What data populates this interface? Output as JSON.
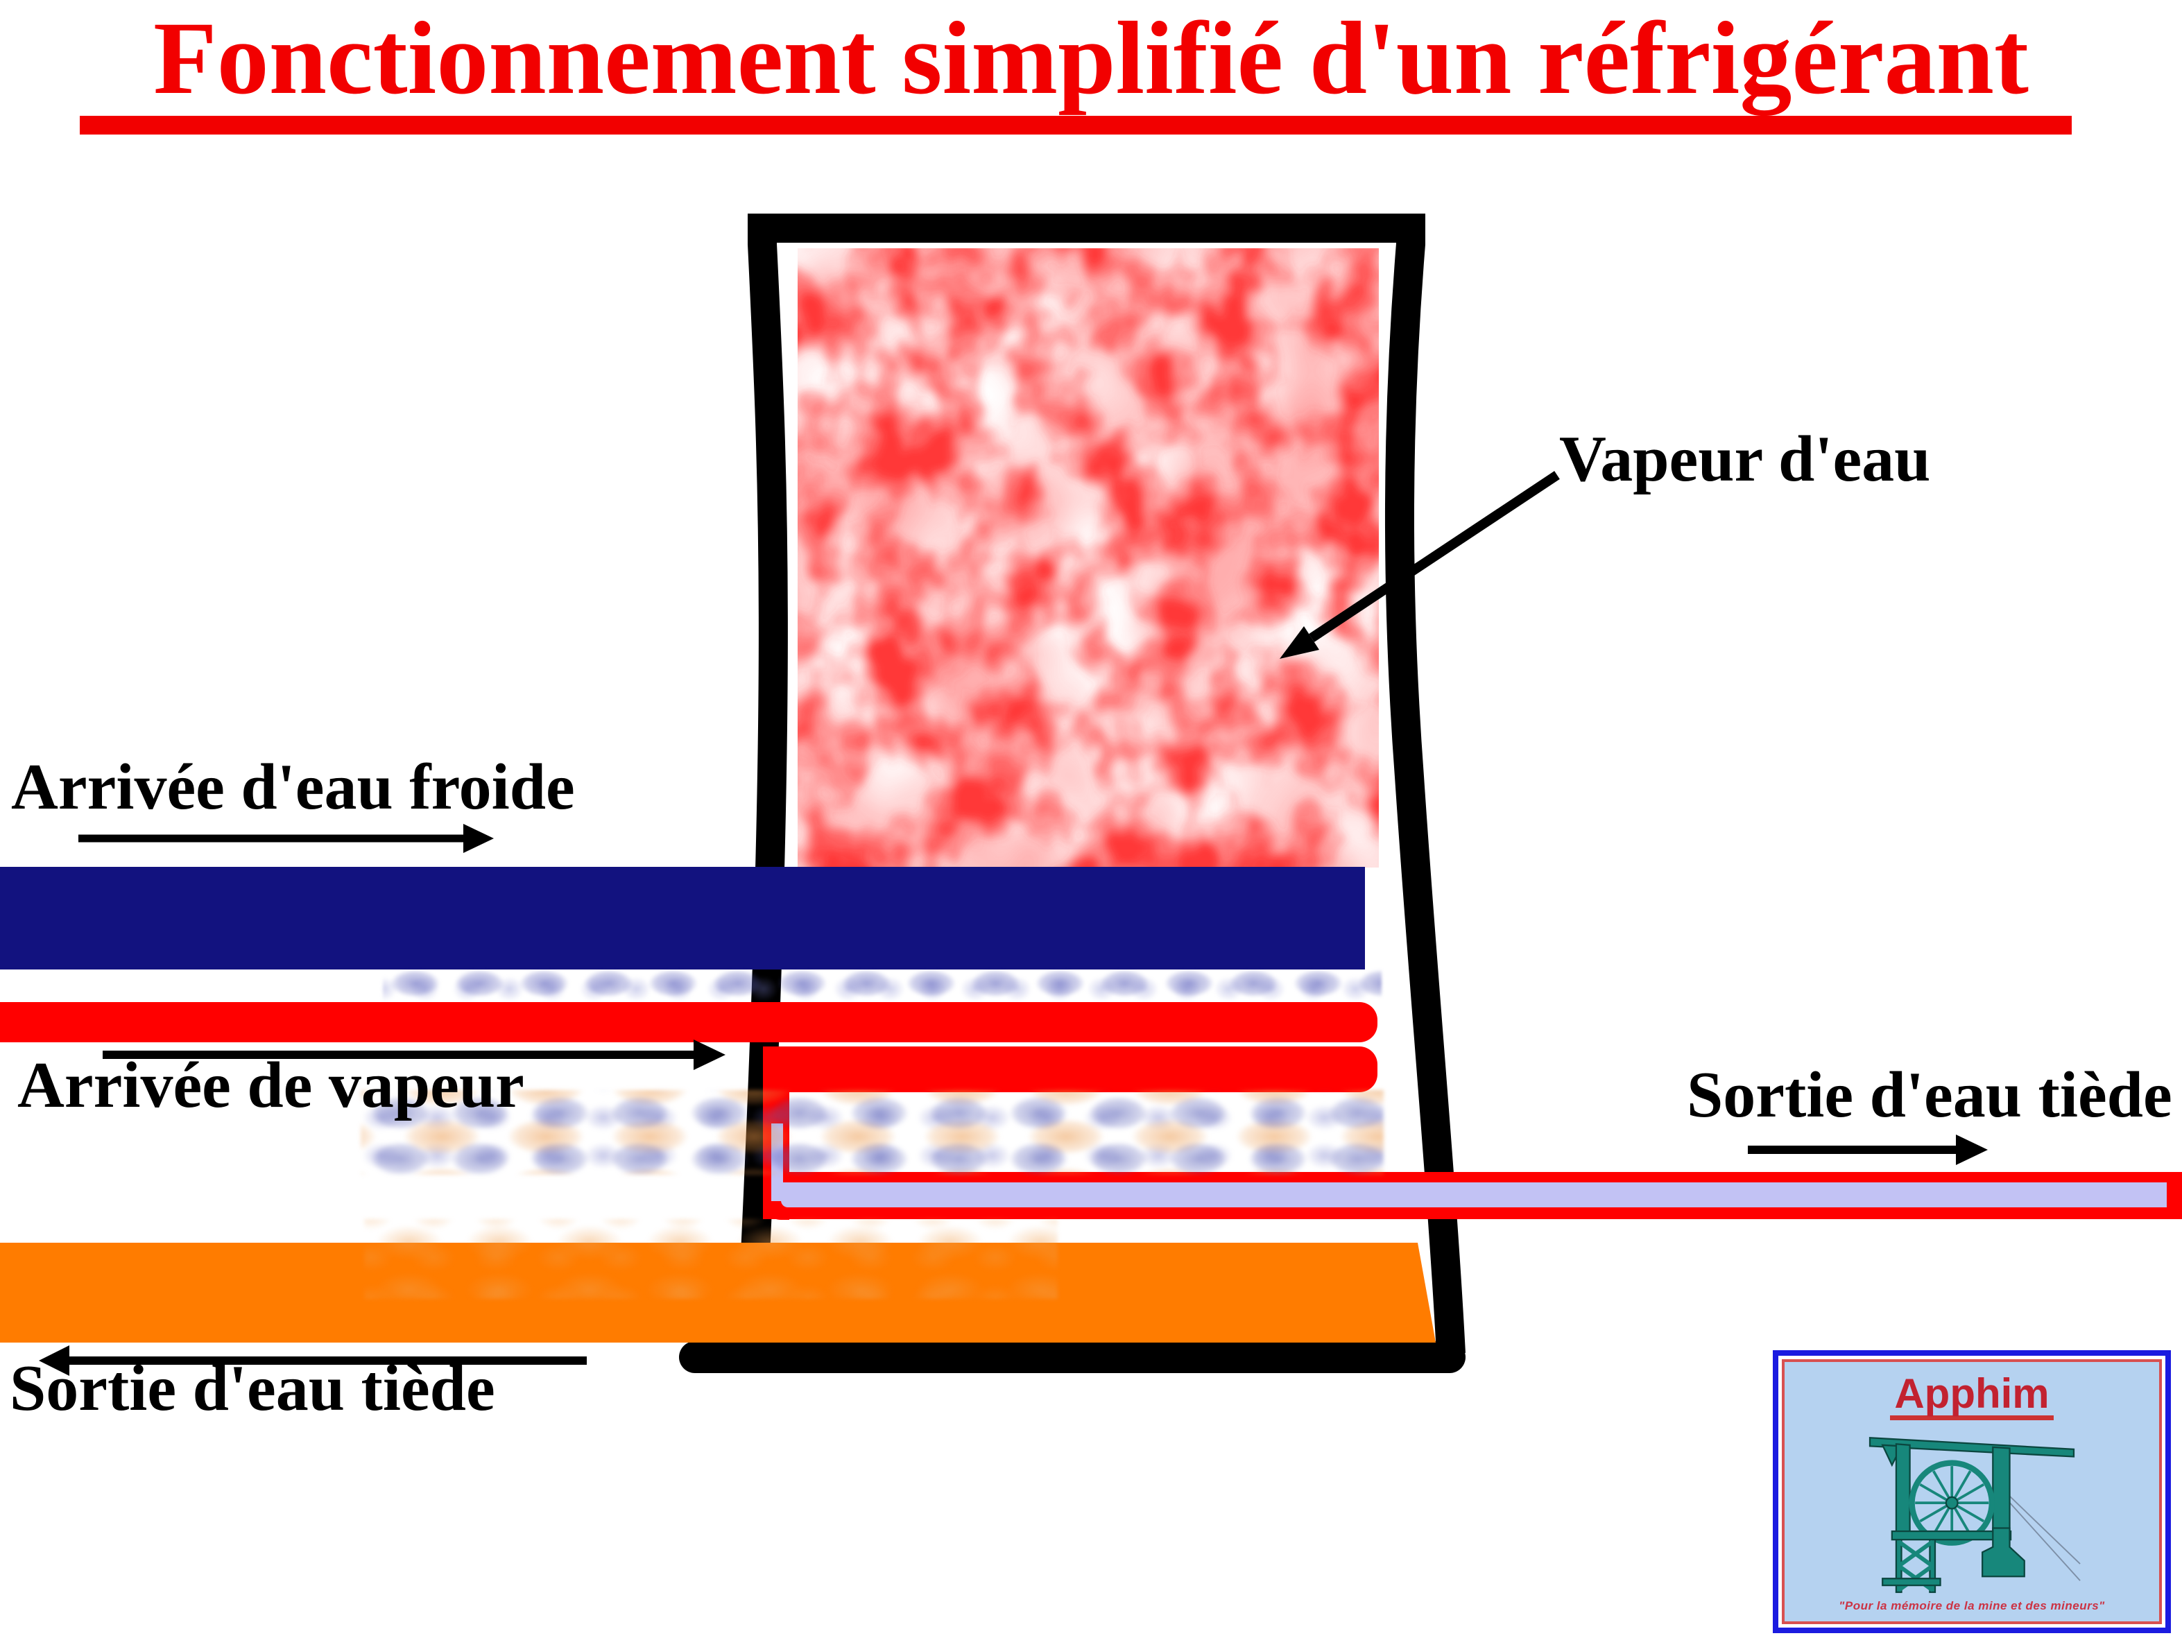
{
  "title": {
    "text": "Fonctionnement simplifié d'un réfrigérant"
  },
  "labels": {
    "vapor": "Vapeur d'eau",
    "cold_in": "Arrivée d'eau froide",
    "steam_in": "Arrivée de vapeur",
    "warm_out_right": "Sortie d'eau tiède",
    "warm_out_left": "Sortie d'eau tiède"
  },
  "logo": {
    "name": "Apphim",
    "caption": "\"Pour la mémoire de la mine et des mineurs\""
  },
  "colors": {
    "title_red": "#f20000",
    "pipe_red": "#ff0000",
    "cold_navy": "#12127f",
    "warm_lavender": "#c2c2f4",
    "basin_orange": "#ff7c00",
    "outline_black": "#000000",
    "logo_bg": "#b5d2f0",
    "logo_border_blue": "#1b1be0",
    "logo_border_red": "#d85050",
    "logo_teal": "#17877b",
    "logo_text_red": "#c22230"
  }
}
